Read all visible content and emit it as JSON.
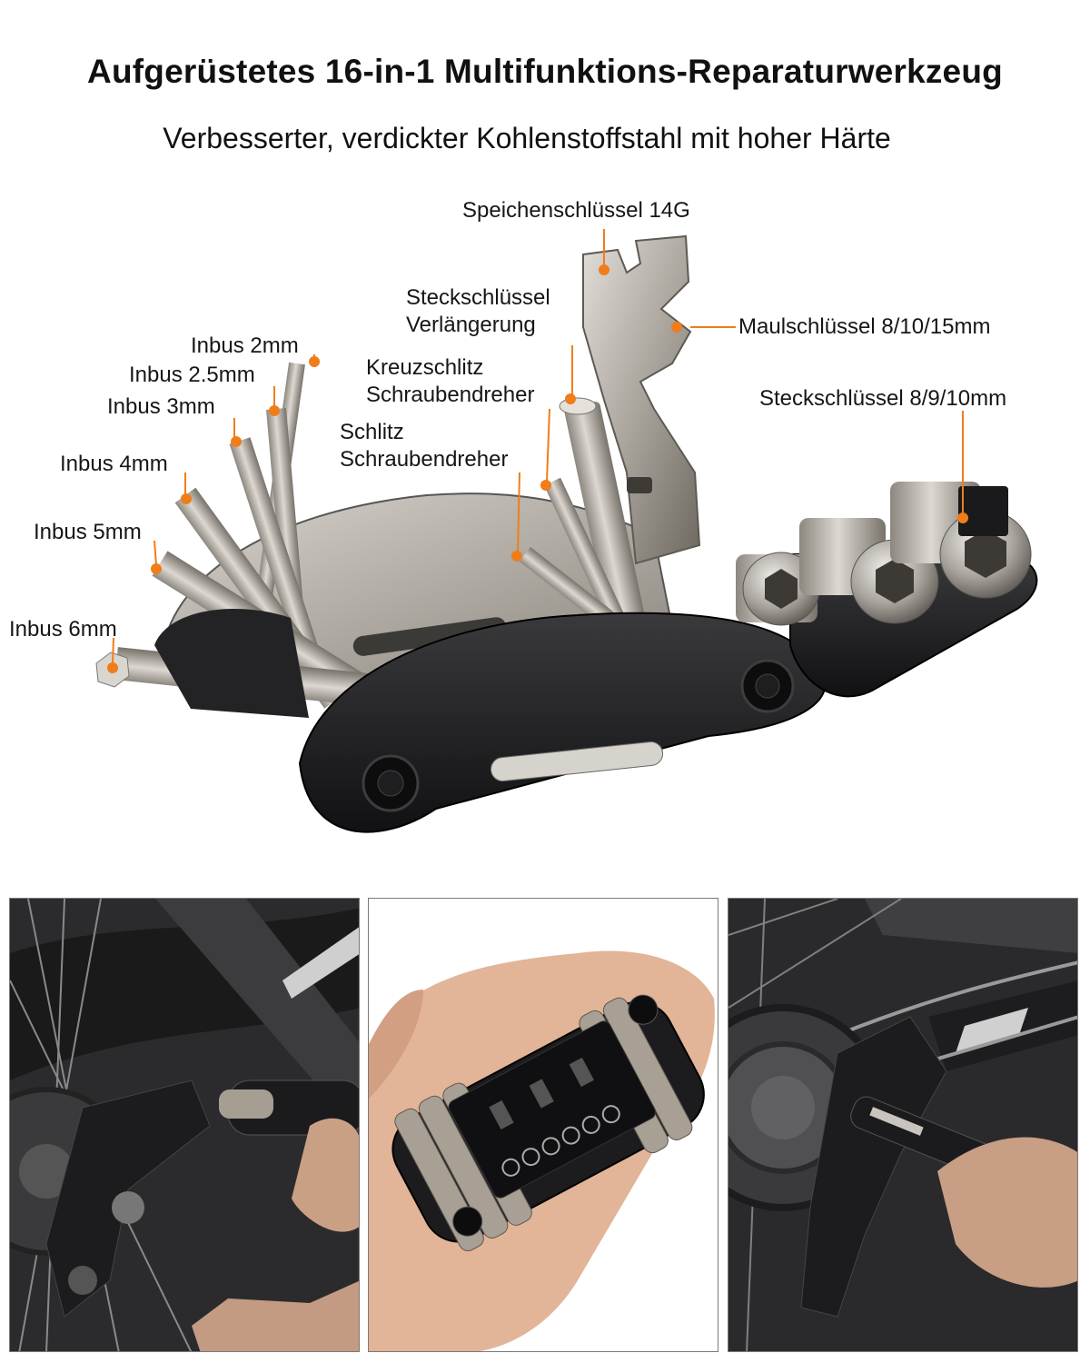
{
  "header": {
    "title": "Aufgerüstetes 16-in-1 Multifunktions-Reparaturwerkzeug",
    "subtitle": "Verbesserter, verdickter Kohlenstoffstahl mit hoher Härte"
  },
  "labels": {
    "spoke_wrench": "Speichenschlüssel 14G",
    "socket_extension_l1": "Steckschlüssel",
    "socket_extension_l2": "Verlängerung",
    "open_wrench": "Maulschlüssel 8/10/15mm",
    "hex_2": "Inbus 2mm",
    "hex_2_5": "Inbus 2.5mm",
    "hex_3": "Inbus 3mm",
    "hex_4": "Inbus 4mm",
    "hex_5": "Inbus 5mm",
    "hex_6": "Inbus 6mm",
    "phillips_l1": "Kreuzschlitz",
    "phillips_l2": "Schraubendreher",
    "flat_l1": "Schlitz",
    "flat_l2": "Schraubendreher",
    "sockets": "Steckschlüssel 8/9/10mm"
  },
  "colors": {
    "accent_marker": "#f07d1a",
    "tool_body": "#1d1d1f",
    "steel": "#b8b4ad"
  }
}
